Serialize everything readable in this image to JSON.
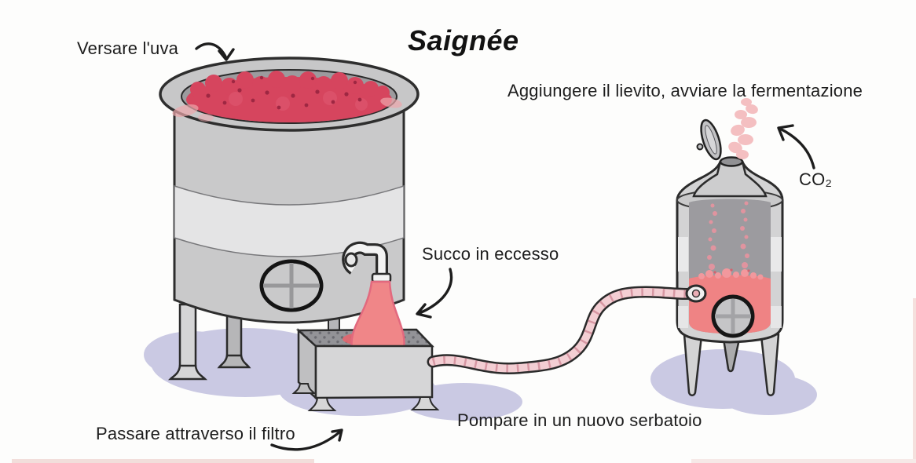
{
  "title": "Saignée",
  "annotations": {
    "pour_grapes": "Versare l'uva",
    "add_yeast": "Aggiungere il lievito, avviare la fermentazione",
    "co2": "CO₂",
    "excess_juice": "Succo in eccesso",
    "filter": "Passare attraverso il filtro",
    "pump": "Pompare in un nuovo serbatoio"
  },
  "colors": {
    "ink": "#1d1d1d",
    "grape_red": "#d6455e",
    "grape_spot": "#9e2742",
    "juice_pink": "#f08688",
    "liquid_pink": "#ef8384",
    "hose_pink": "#f3ced3",
    "steel_gray": "#c9c9ca",
    "steel_light": "#e4e4e5",
    "interior_gray": "#9c9b9e",
    "shadow_lavender": "#cac9e3",
    "smoke_pink": "#f4bcbe",
    "background": "#fdfdfc"
  }
}
